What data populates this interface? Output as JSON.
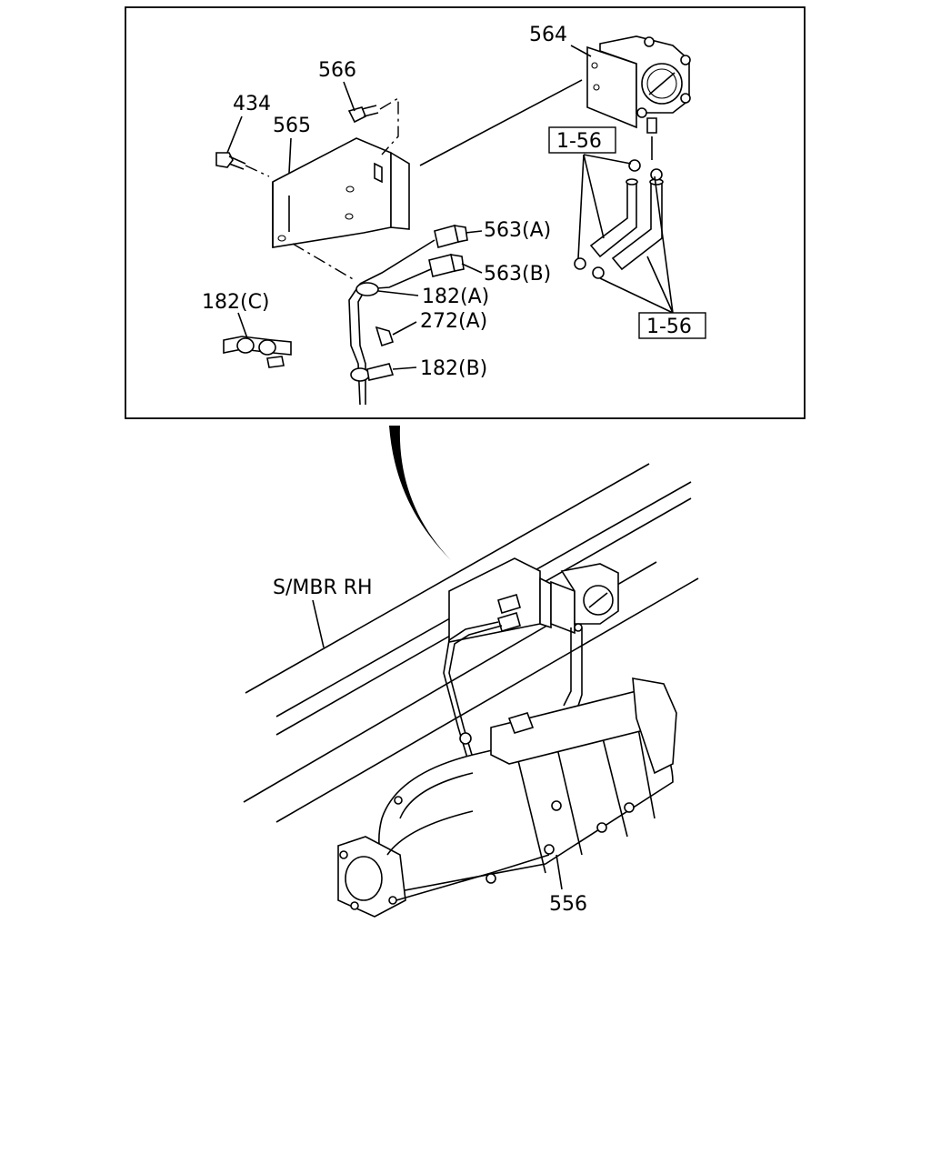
{
  "diagram": {
    "callouts": {
      "p564": "564",
      "p566": "566",
      "p434": "434",
      "p565": "565",
      "p563a": "563(A)",
      "p563b": "563(B)",
      "p182c": "182(C)",
      "p182a": "182(A)",
      "p272a": "272(A)",
      "p182b": "182(B)",
      "ref156_top": "1-56",
      "ref156_bottom": "1-56",
      "smbr": "S/MBR RH",
      "p556": "556"
    }
  }
}
